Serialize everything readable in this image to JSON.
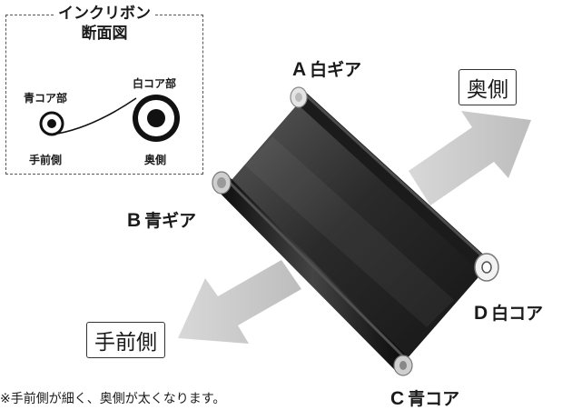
{
  "inset": {
    "title_line1": "インクリボン",
    "title_line2": "断面図",
    "blue_core_label": "青コア部",
    "white_core_label": "白コア部",
    "front_label": "手前側",
    "back_label": "奥側"
  },
  "labels": {
    "a_letter": "A",
    "a_text": "白ギア",
    "b_letter": "B",
    "b_text": "青ギア",
    "c_letter": "C",
    "c_text": "青コア",
    "d_letter": "D",
    "d_text": "白コア"
  },
  "directions": {
    "back": "奥側",
    "front": "手前側"
  },
  "note": "※手前側が細く、奥側が太くなります。"
}
